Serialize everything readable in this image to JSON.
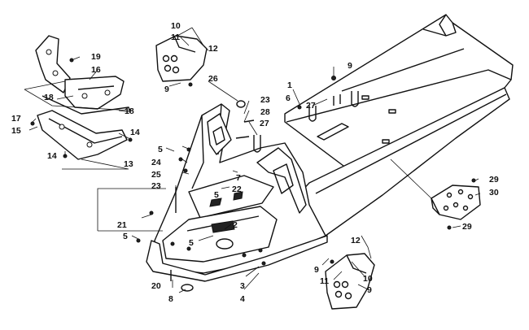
{
  "callouts": {
    "c1": "1",
    "c2": "2",
    "c3": "3",
    "c4": "4",
    "c5a": "5",
    "c5b": "5",
    "c5c": "5",
    "c5d": "5",
    "c6": "6",
    "c7": "7",
    "c8": "8",
    "c9a": "9",
    "c9b": "9",
    "c9c": "9",
    "c9d": "9",
    "c10a": "10",
    "c10b": "10",
    "c11a": "11",
    "c11b": "11",
    "c12a": "12",
    "c12b": "12",
    "c13": "13",
    "c14a": "14",
    "c14b": "14",
    "c15": "15",
    "c16": "16",
    "c17": "17",
    "c18a": "18",
    "c18b": "18",
    "c19": "19",
    "c20": "20",
    "c21": "21",
    "c22": "22",
    "c23a": "23",
    "c23b": "23",
    "c24": "24",
    "c25": "25",
    "c26": "26",
    "c27a": "27",
    "c27b": "27",
    "c28": "28",
    "c29a": "29",
    "c29b": "29",
    "c30": "30"
  }
}
